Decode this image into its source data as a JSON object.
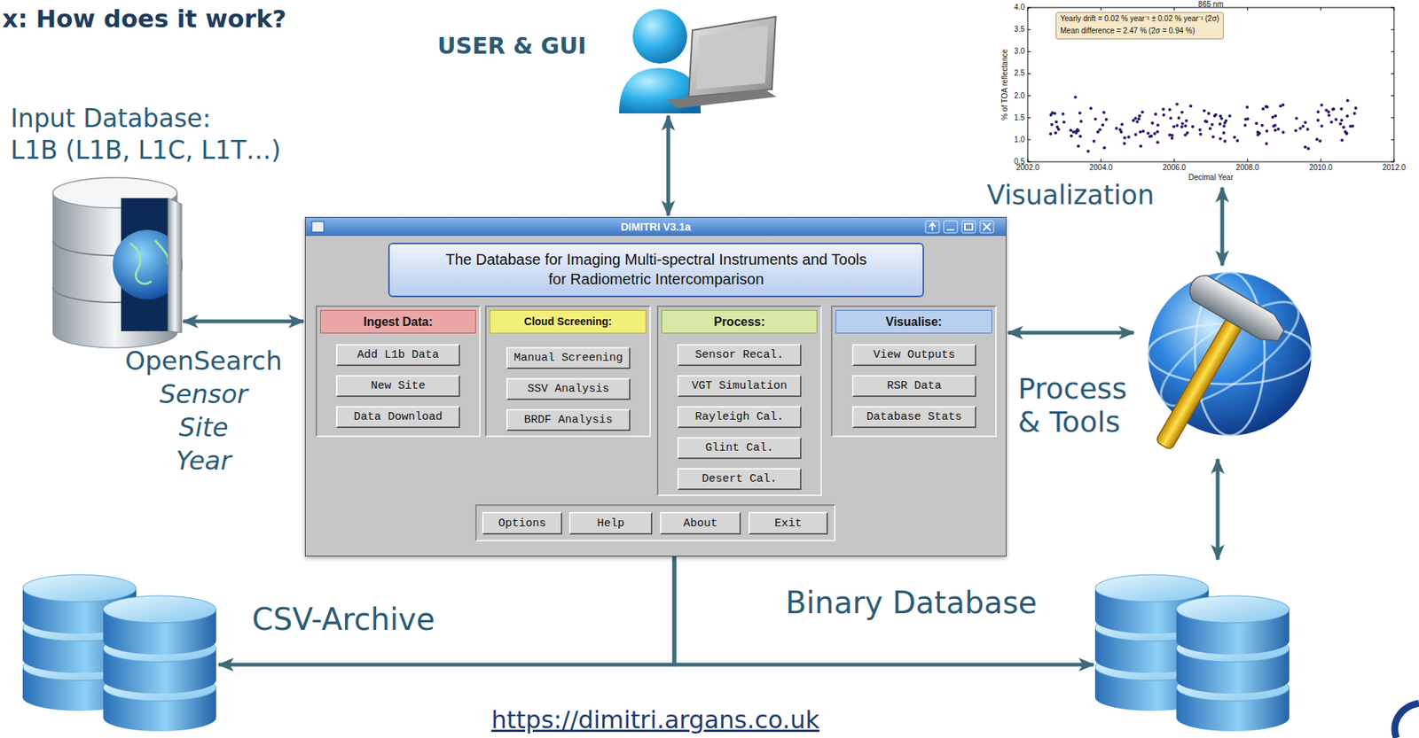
{
  "diagram": {
    "title": "x: How does it work?",
    "nodes": [
      {
        "text": [
          "USER & GUI"
        ]
      },
      {
        "text": [
          "Input Database:",
          "L1B (L1B, L1C, L1T…)"
        ]
      },
      {
        "text": [
          "Visualization"
        ]
      },
      {
        "text": [
          "DIMITRI V3.1a"
        ]
      },
      {
        "text": [
          "The Database for Imaging Multi-spectral Instruments and Tools for Radiometric Intercomparison"
        ],
        "in": 3
      },
      {
        "text": [
          "Ingest Data:"
        ],
        "in": 3
      },
      {
        "text": [
          "Add L1b Data"
        ],
        "in": 5
      },
      {
        "text": [
          "New Site"
        ],
        "in": 5
      },
      {
        "text": [
          "Data Download"
        ],
        "in": 5
      },
      {
        "text": [
          "Cloud Screening:"
        ],
        "in": 3
      },
      {
        "text": [
          "Manual Screening"
        ],
        "in": 9
      },
      {
        "text": [
          "SSV Analysis"
        ],
        "in": 9
      },
      {
        "text": [
          "BRDF Analysis"
        ],
        "in": 9
      },
      {
        "text": [
          "Process:"
        ],
        "in": 3
      },
      {
        "text": [
          "Sensor Recal."
        ],
        "in": 13
      },
      {
        "text": [
          "VGT Simulation"
        ],
        "in": 13
      },
      {
        "text": [
          "Rayleigh Cal."
        ],
        "in": 13
      },
      {
        "text": [
          "Glint Cal."
        ],
        "in": 13
      },
      {
        "text": [
          "Desert Cal."
        ],
        "in": 13
      },
      {
        "text": [
          "Visualise:"
        ],
        "in": 3
      },
      {
        "text": [
          "View Outputs"
        ],
        "in": 19
      },
      {
        "text": [
          "RSR Data"
        ],
        "in": 19
      },
      {
        "text": [
          "Database Stats"
        ],
        "in": 19
      },
      {
        "text": [
          "Options"
        ],
        "in": 3
      },
      {
        "text": [
          "Help"
        ],
        "in": 3
      },
      {
        "text": [
          "About"
        ],
        "in": 3
      },
      {
        "text": [
          "Exit"
        ],
        "in": 3
      },
      {
        "text": [
          "Process & Tools"
        ]
      },
      {
        "text": [
          "CSV-Archive"
        ]
      },
      {
        "text": [
          "Binary Database"
        ]
      }
    ],
    "edges": [
      {
        "from": 1,
        "to": 3,
        "arrow": "both"
      },
      {
        "from": 0,
        "to": 3,
        "arrow": "both"
      },
      {
        "from": 3,
        "to": 27,
        "arrow": "both"
      },
      {
        "from": 2,
        "to": 27,
        "arrow": "both"
      },
      {
        "from": 27,
        "to": 29,
        "arrow": "both"
      },
      {
        "from": 3,
        "to": 28,
        "arrow": "to"
      },
      {
        "from": 3,
        "to": 29,
        "arrow": "to"
      }
    ],
    "labels": [
      "OpenSearch",
      "Sensor",
      "Site",
      "Year",
      "865 nm",
      "Yearly drift = 0.02 % year⁻¹ ± 0.02 % year⁻¹ (2σ)",
      "Mean difference = 2.47 % (2σ = 0.94 %)",
      "% of TOA reflectance",
      "0.5",
      "1.0",
      "1.5",
      "2.0",
      "2.5",
      "3.0",
      "3.5",
      "4.0",
      "2002.0",
      "2004.0",
      "2006.0",
      "2008.0",
      "2010.0",
      "2012.0",
      "Decimal Year",
      "https://dimitri.argans.co.uk"
    ]
  }
}
